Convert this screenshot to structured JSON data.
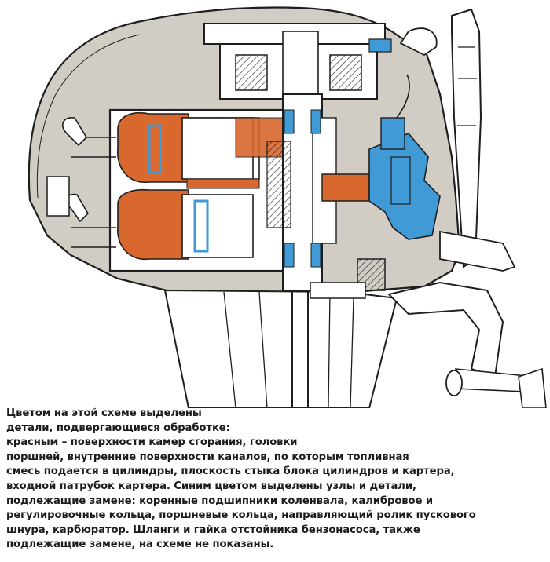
{
  "caption": {
    "lines": [
      "Цветом на этой схеме выделены",
      "детали, подвергающиеся обработке:",
      "красным – поверхности камер сгорания, головки",
      "поршней, внутренние поверхности каналов, по которым топливная",
      "смесь подается в цилиндры, плоскость стыка блока цилиндров и картера,",
      "входной патрубок картера. Синим цветом выделены узлы и детали,",
      "подлежащие замене: коренные подшипники коленвала, калибровое и",
      "регулировочные кольца, поршневые кольца, направляющий ролик пускового",
      "шнура, карбюратор. Шланги и гайка отстойника бензонасоса, также",
      "подлежащие замене, на схеме не показаны."
    ]
  },
  "colors": {
    "housing": "#d2cdc4",
    "outline": "#1e1e1e",
    "machined_red": "#d8682e",
    "replace_blue": "#3f9ad6",
    "paper": "#ffffff"
  }
}
